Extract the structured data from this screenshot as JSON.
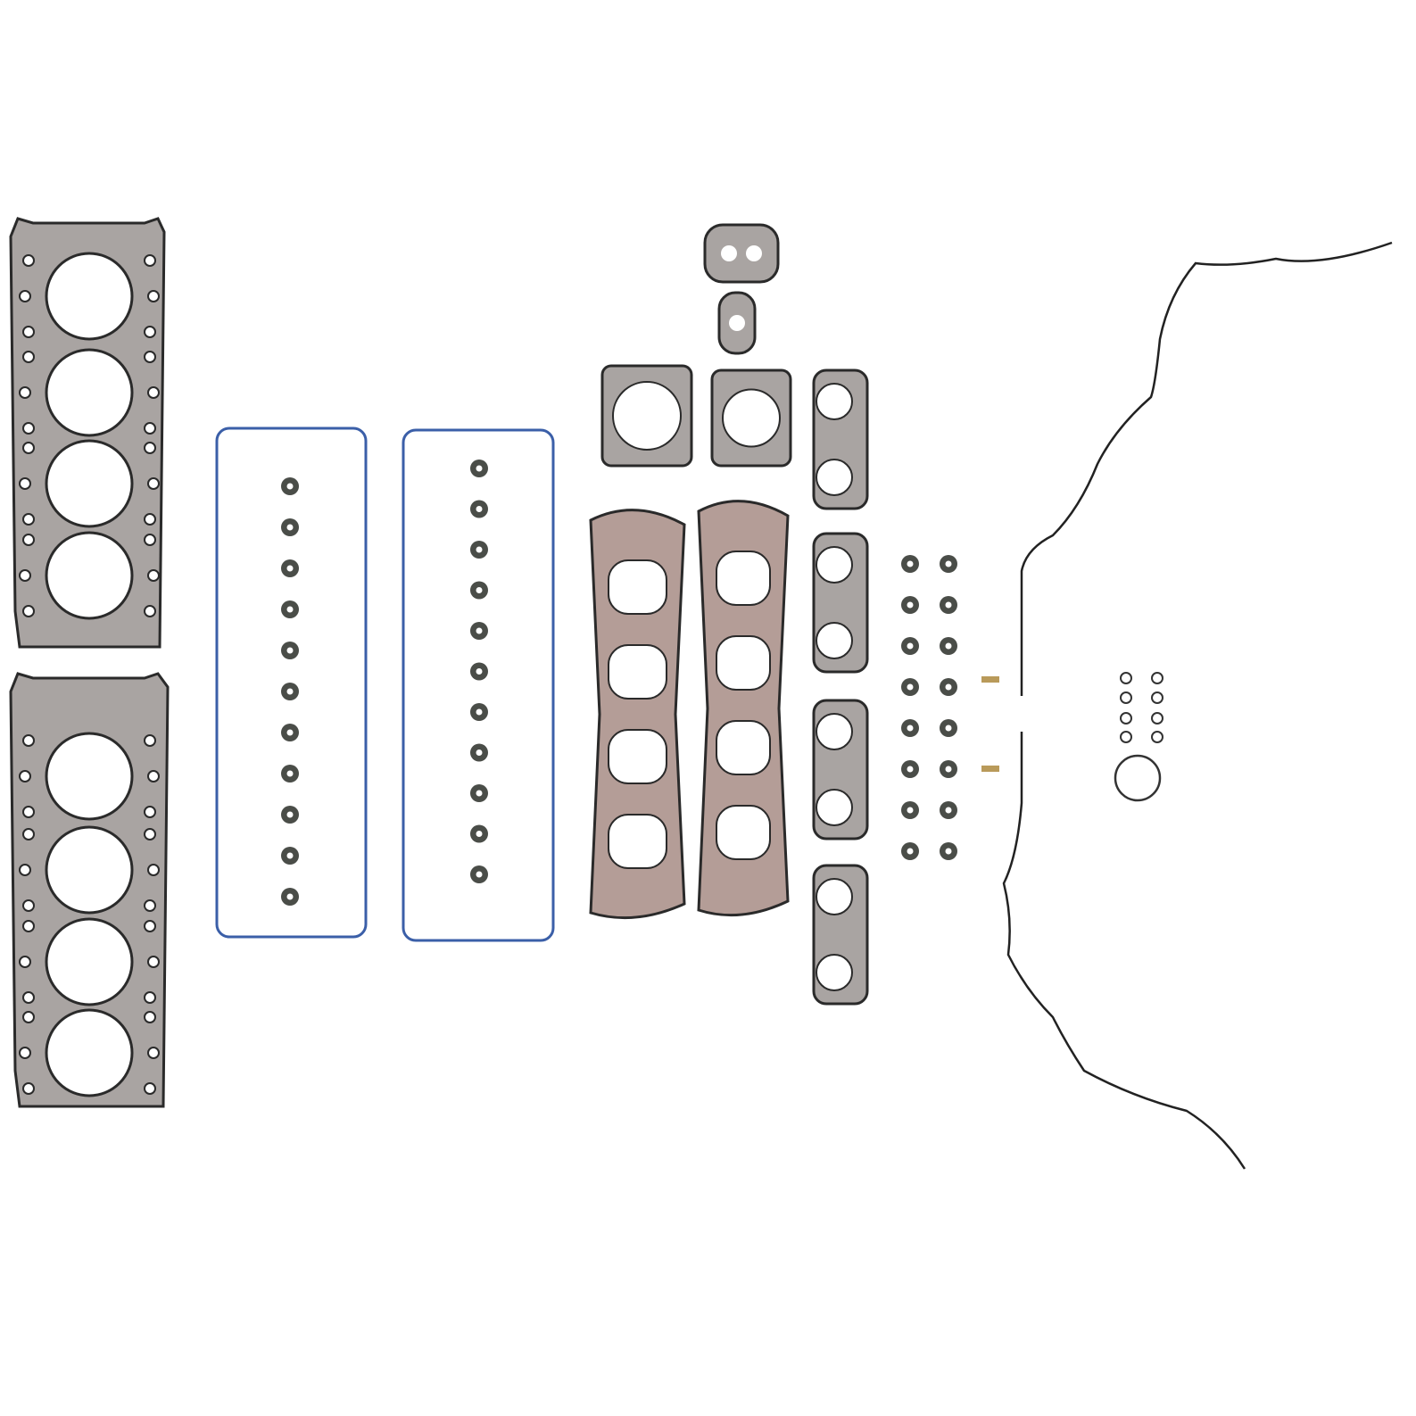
{
  "colors": {
    "background": "#ffffff",
    "gasket_fill": "#a9a4a2",
    "gasket_outline": "#2a2a2a",
    "valve_cover_gasket": "#3b5fa8",
    "seal_fill": "#4a4d48",
    "seal_center": "#ffffff",
    "intake_gasket_fill": "#b49d97"
  },
  "parts": {
    "cylinder_head_gaskets": 2,
    "valve_cover_gaskets": 2,
    "valve_stem_seals_per_column": 11,
    "throttle_body_gaskets": 2,
    "egr_gaskets": 2,
    "intake_manifold_gaskets": 2,
    "exhaust_port_gaskets": 4,
    "extra_seal_rows": 8,
    "small_o_rings": 8,
    "large_o_rings": 1,
    "timing_cover_gaskets": 1
  }
}
